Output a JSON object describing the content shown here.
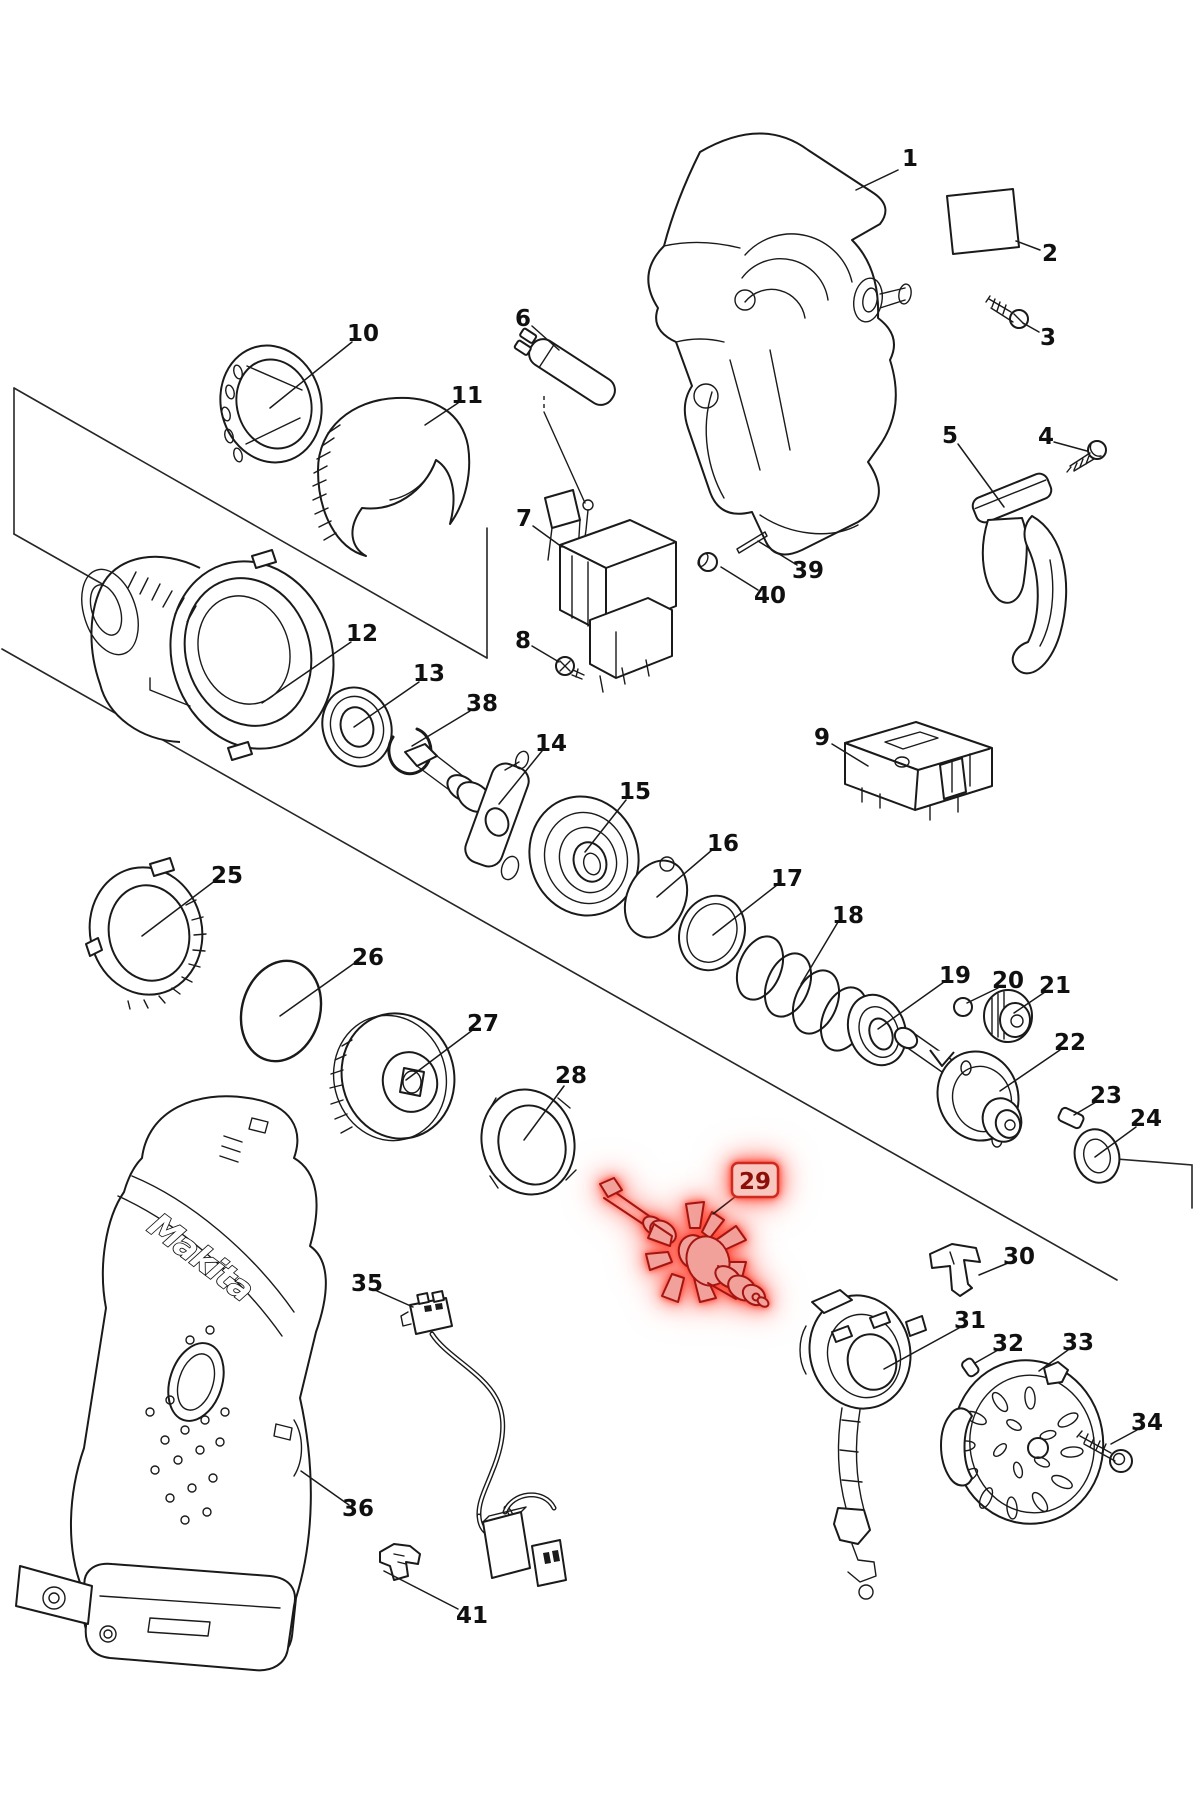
{
  "page": {
    "type": "exploded-parts-diagram",
    "background": "#ffffff"
  },
  "brand": {
    "logo_text": "Makita"
  },
  "colors": {
    "line": "#1a1a1a",
    "highlight_glow": "#ff4432",
    "highlight_fill": "#f2a09a",
    "highlight_stroke": "#a41511",
    "highlight_box_fill": "#f8c7c0",
    "highlight_box_border": "#d02a1e",
    "highlight_text": "#8c1008"
  },
  "highlight": {
    "part_number": "29"
  },
  "parts": [
    {
      "num": "1"
    },
    {
      "num": "2"
    },
    {
      "num": "3"
    },
    {
      "num": "4"
    },
    {
      "num": "5"
    },
    {
      "num": "6"
    },
    {
      "num": "7"
    },
    {
      "num": "8"
    },
    {
      "num": "9"
    },
    {
      "num": "10"
    },
    {
      "num": "11"
    },
    {
      "num": "12"
    },
    {
      "num": "13"
    },
    {
      "num": "14"
    },
    {
      "num": "15"
    },
    {
      "num": "16"
    },
    {
      "num": "17"
    },
    {
      "num": "18"
    },
    {
      "num": "19"
    },
    {
      "num": "20"
    },
    {
      "num": "21"
    },
    {
      "num": "22"
    },
    {
      "num": "23"
    },
    {
      "num": "24"
    },
    {
      "num": "25"
    },
    {
      "num": "26"
    },
    {
      "num": "27"
    },
    {
      "num": "28"
    },
    {
      "num": "29"
    },
    {
      "num": "30"
    },
    {
      "num": "31"
    },
    {
      "num": "32"
    },
    {
      "num": "33"
    },
    {
      "num": "34"
    },
    {
      "num": "35"
    },
    {
      "num": "36"
    },
    {
      "num": "38"
    },
    {
      "num": "39"
    },
    {
      "num": "40"
    },
    {
      "num": "41"
    }
  ]
}
